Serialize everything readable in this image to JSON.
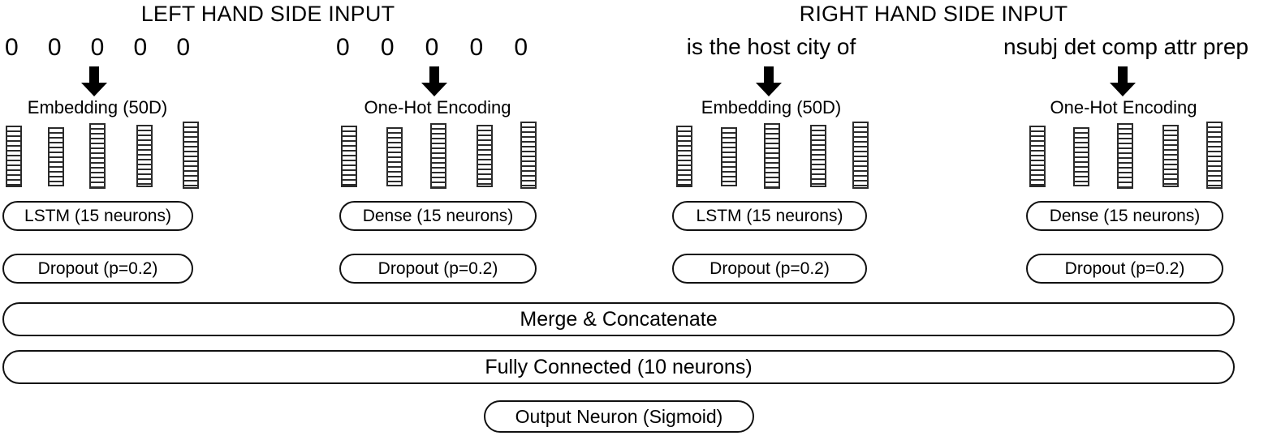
{
  "diagram": {
    "title_left": "LEFT HAND SIDE INPUT",
    "title_right": "RIGHT HAND SIDE INPUT",
    "ink_color": "#000000",
    "stripe_color": "#2b2b2b",
    "background": "#ffffff"
  },
  "branches": [
    {
      "id": "lhs-embedding",
      "side": "left",
      "input_tokens": [
        "0",
        "0",
        "0",
        "0",
        "0"
      ],
      "input_text": "0 0 0 0 0",
      "arrow": "down-arrow",
      "encoder_label": "Embedding (50D)",
      "column_count": 5,
      "layer_label": "LSTM (15 neurons)",
      "dropout_label": "Dropout (p=0.2)"
    },
    {
      "id": "lhs-onehot",
      "side": "left",
      "input_tokens": [
        "0",
        "0",
        "0",
        "0",
        "0"
      ],
      "input_text": "0 0 0 0 0",
      "arrow": "down-arrow",
      "encoder_label": "One-Hot Encoding",
      "column_count": 5,
      "layer_label": "Dense (15 neurons)",
      "dropout_label": "Dropout (p=0.2)"
    },
    {
      "id": "rhs-embedding",
      "side": "right",
      "input_tokens": [
        "is",
        "the",
        "host",
        "city",
        "of"
      ],
      "input_text": "is the host city of",
      "arrow": "down-arrow",
      "encoder_label": "Embedding (50D)",
      "column_count": 5,
      "layer_label": "LSTM (15 neurons)",
      "dropout_label": "Dropout (p=0.2)"
    },
    {
      "id": "rhs-onehot",
      "side": "right",
      "input_tokens": [
        "nsubj",
        "det",
        "comp",
        "attr",
        "prep"
      ],
      "input_text": "nsubj det comp attr prep",
      "arrow": "down-arrow",
      "encoder_label": "One-Hot Encoding",
      "column_count": 5,
      "layer_label": "Dense (15 neurons)",
      "dropout_label": "Dropout (p=0.2)"
    }
  ],
  "shared_layers": {
    "merge_label": "Merge & Concatenate",
    "fully_connected_label": "Fully Connected (10 neurons)",
    "output_label": "Output Neuron (Sigmoid)"
  }
}
